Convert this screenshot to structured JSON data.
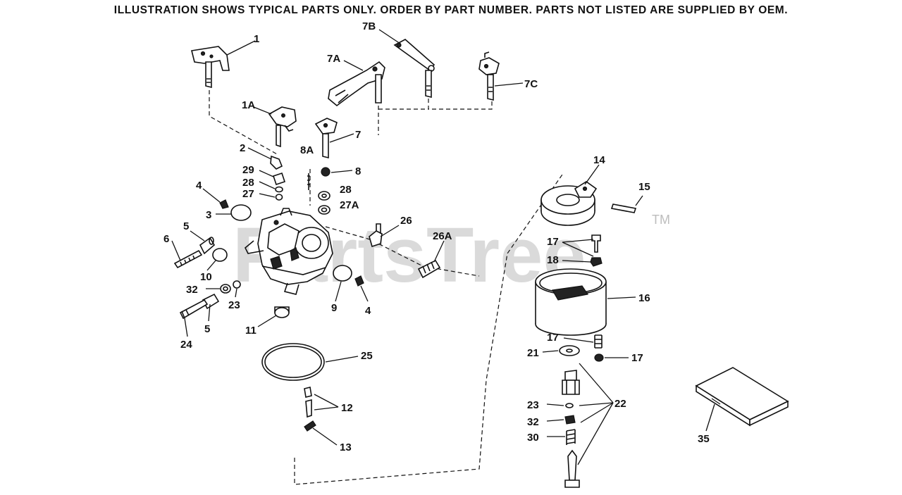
{
  "header": {
    "note": "ILLUSTRATION SHOWS TYPICAL PARTS ONLY. ORDER BY PART NUMBER. PARTS NOT LISTED ARE SUPPLIED BY OEM."
  },
  "watermark": {
    "text": "PartsTree",
    "tm": "TM"
  },
  "callouts": [
    "1",
    "1A",
    "2",
    "3",
    "4",
    "4",
    "5",
    "5",
    "6",
    "7",
    "7A",
    "7B",
    "7C",
    "8",
    "8A",
    "9",
    "10",
    "11",
    "12",
    "13",
    "14",
    "15",
    "16",
    "17",
    "17",
    "17",
    "18",
    "21",
    "22",
    "23",
    "23",
    "24",
    "25",
    "26",
    "26A",
    "27",
    "27A",
    "28",
    "28",
    "29",
    "30",
    "32",
    "32",
    "35"
  ],
  "colors": {
    "ink": "#111111",
    "watermark": "#bdbdbd",
    "background": "#ffffff"
  }
}
